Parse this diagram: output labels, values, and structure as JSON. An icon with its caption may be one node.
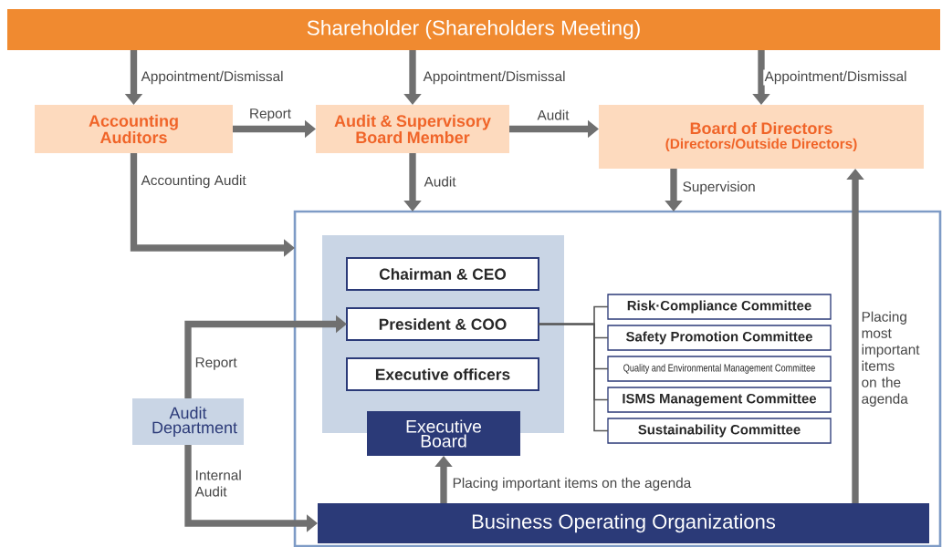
{
  "diagram": {
    "nodes": [
      {
        "text": [
          "Shareholder (Shareholders Meeting)"
        ]
      },
      {
        "text": [
          "Accounting Auditors"
        ]
      },
      {
        "text": [
          "Audit & Supervisory Board Member"
        ]
      },
      {
        "text": [
          "Board of Directors",
          "(Directors/Outside Directors)"
        ]
      },
      {
        "text": [],
        "shape": "box"
      },
      {
        "text": [],
        "shape": "box",
        "in": 4
      },
      {
        "text": [
          "Chairman & CEO"
        ],
        "in": 5
      },
      {
        "text": [
          "President & COO"
        ],
        "in": 5
      },
      {
        "text": [
          "Executive officers"
        ],
        "in": 5
      },
      {
        "text": [
          "Executive Board"
        ],
        "in": 4
      },
      {
        "text": [
          "Risk·Compliance Committee"
        ],
        "in": 4
      },
      {
        "text": [
          "Safety Promotion Committee"
        ],
        "in": 4
      },
      {
        "text": [
          "Quality and Environmental Management Committee"
        ],
        "in": 4
      },
      {
        "text": [
          "ISMS Management Committee"
        ],
        "in": 4
      },
      {
        "text": [
          "Sustainability Committee"
        ],
        "in": 4
      },
      {
        "text": [
          "Audit Department"
        ]
      },
      {
        "text": [
          "Business Operating Organizations"
        ],
        "in": 4
      }
    ],
    "edges": [
      {
        "from": 0,
        "to": 1,
        "arrow": "to",
        "label": "Appointment/Dismissal"
      },
      {
        "from": 0,
        "to": 2,
        "arrow": "to",
        "label": "Appointment/Dismissal"
      },
      {
        "from": 0,
        "to": 3,
        "arrow": "to",
        "label": "Appointment/Dismissal"
      },
      {
        "from": 1,
        "to": 2,
        "arrow": "to",
        "label": "Report"
      },
      {
        "from": 2,
        "to": 3,
        "arrow": "to",
        "label": "Audit"
      },
      {
        "from": 2,
        "to": 4,
        "arrow": "to",
        "label": "Audit"
      },
      {
        "from": 3,
        "to": 4,
        "arrow": "to",
        "label": "Supervision"
      },
      {
        "from": 1,
        "to": 4,
        "arrow": "to",
        "label": "Accounting Audit"
      },
      {
        "from": 15,
        "to": 7,
        "arrow": "to",
        "label": "Report"
      },
      {
        "from": 15,
        "to": 16,
        "arrow": "to",
        "label": "Internal Audit"
      },
      {
        "from": 16,
        "to": 9,
        "arrow": "to",
        "label": "Placing important items on the agenda"
      },
      {
        "from": 16,
        "to": 3,
        "arrow": "to",
        "label": "Placing most important items on the agenda"
      },
      {
        "from": 7,
        "to": 10,
        "arrow": "none",
        "color": "#555555"
      },
      {
        "from": 7,
        "to": 11,
        "arrow": "none",
        "color": "#555555"
      },
      {
        "from": 7,
        "to": 12,
        "arrow": "none",
        "color": "#555555"
      },
      {
        "from": 7,
        "to": 13,
        "arrow": "none",
        "color": "#555555"
      },
      {
        "from": 7,
        "to": 14,
        "arrow": "none",
        "color": "#555555"
      }
    ]
  }
}
